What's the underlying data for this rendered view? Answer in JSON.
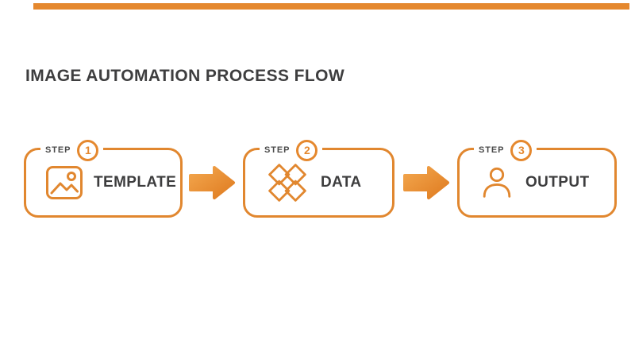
{
  "theme": {
    "accent_orange": "#e5882e",
    "accent_orange_light": "#f3a74e",
    "accent_orange_dark": "#df7b20",
    "text_dark": "#3e3e3f",
    "background": "#ffffff"
  },
  "top_bar": {
    "color": "#e5882e"
  },
  "header": {
    "title": "IMAGE AUTOMATION PROCESS FLOW"
  },
  "steps": [
    {
      "label": "STEP",
      "number": "1",
      "name": "TEMPLATE",
      "icon": "image-icon"
    },
    {
      "label": "STEP",
      "number": "2",
      "name": "DATA",
      "icon": "diamonds-icon"
    },
    {
      "label": "STEP",
      "number": "3",
      "name": "OUTPUT",
      "icon": "person-icon"
    }
  ],
  "connectors": [
    {
      "icon": "arrow-right-icon"
    },
    {
      "icon": "arrow-right-icon"
    }
  ]
}
